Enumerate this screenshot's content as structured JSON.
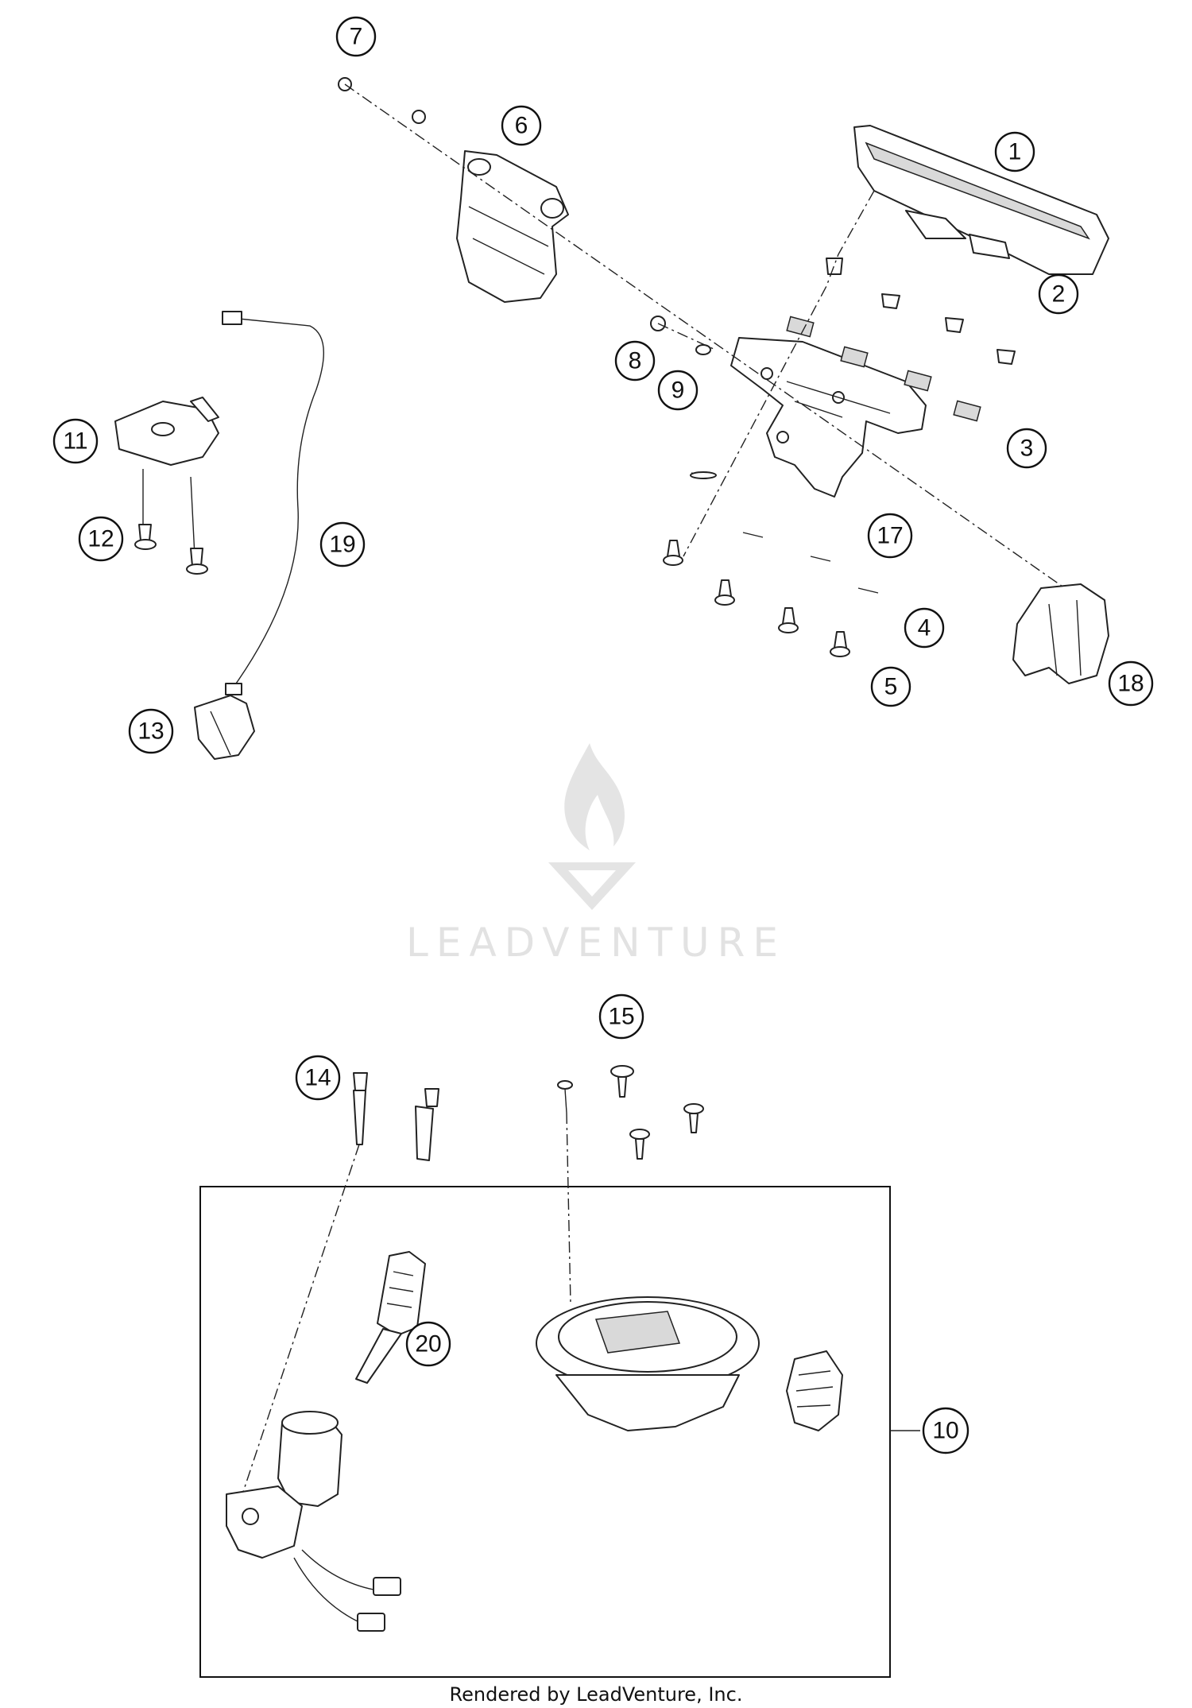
{
  "watermark": {
    "brand": "LEADVENTURE"
  },
  "footer": {
    "text": "Rendered by LeadVenture, Inc."
  },
  "callouts": [
    {
      "id": "1",
      "label": "1"
    },
    {
      "id": "2",
      "label": "2"
    },
    {
      "id": "3",
      "label": "3"
    },
    {
      "id": "4",
      "label": "4"
    },
    {
      "id": "5",
      "label": "5"
    },
    {
      "id": "6",
      "label": "6"
    },
    {
      "id": "7",
      "label": "7"
    },
    {
      "id": "8",
      "label": "8"
    },
    {
      "id": "9",
      "label": "9"
    },
    {
      "id": "10",
      "label": "10"
    },
    {
      "id": "11",
      "label": "11"
    },
    {
      "id": "12",
      "label": "12"
    },
    {
      "id": "13",
      "label": "13"
    },
    {
      "id": "14",
      "label": "14"
    },
    {
      "id": "15",
      "label": "15"
    },
    {
      "id": "17",
      "label": "17"
    },
    {
      "id": "18",
      "label": "18"
    },
    {
      "id": "19",
      "label": "19"
    },
    {
      "id": "20",
      "label": "20"
    }
  ]
}
